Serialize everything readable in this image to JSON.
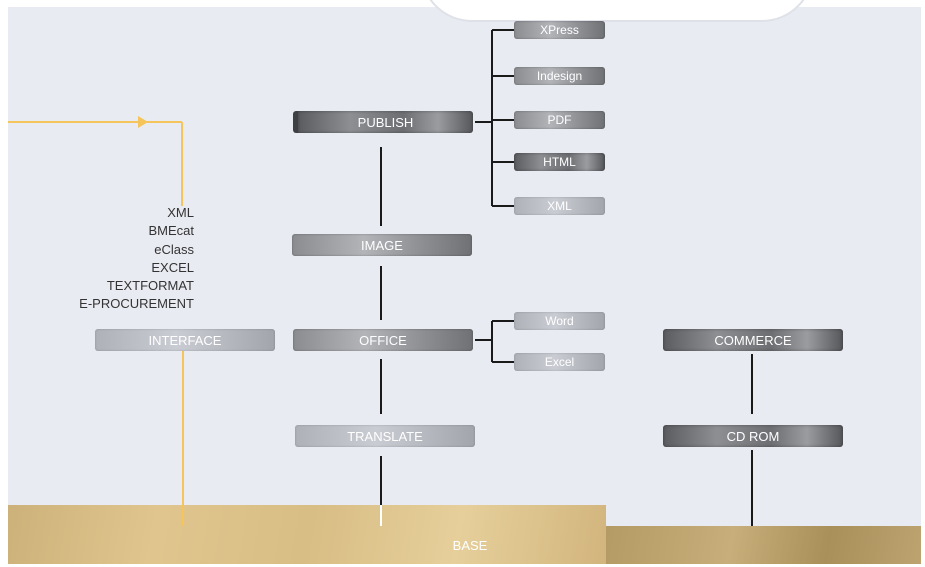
{
  "diagram": {
    "publish": "PUBLISH",
    "image": "IMAGE",
    "office": "OFFICE",
    "translate": "TRANSLATE",
    "interface": "INTERFACE",
    "commerce": "COMMERCE",
    "cdrom": "CD ROM",
    "base": "BASE",
    "publish_outputs": [
      "XPress",
      "Indesign",
      "PDF",
      "HTML",
      "XML"
    ],
    "office_outputs": [
      "Word",
      "Excel"
    ],
    "interface_formats": [
      "XML",
      "BMEcat",
      "eClass",
      "EXCEL",
      "TEXTFORMAT",
      "E-PROCUREMENT"
    ]
  },
  "colors": {
    "connector": "#1a1a1a",
    "interface_line": "#f5c45a",
    "panel": "#e9ebf2",
    "base": "#d8bd84"
  }
}
